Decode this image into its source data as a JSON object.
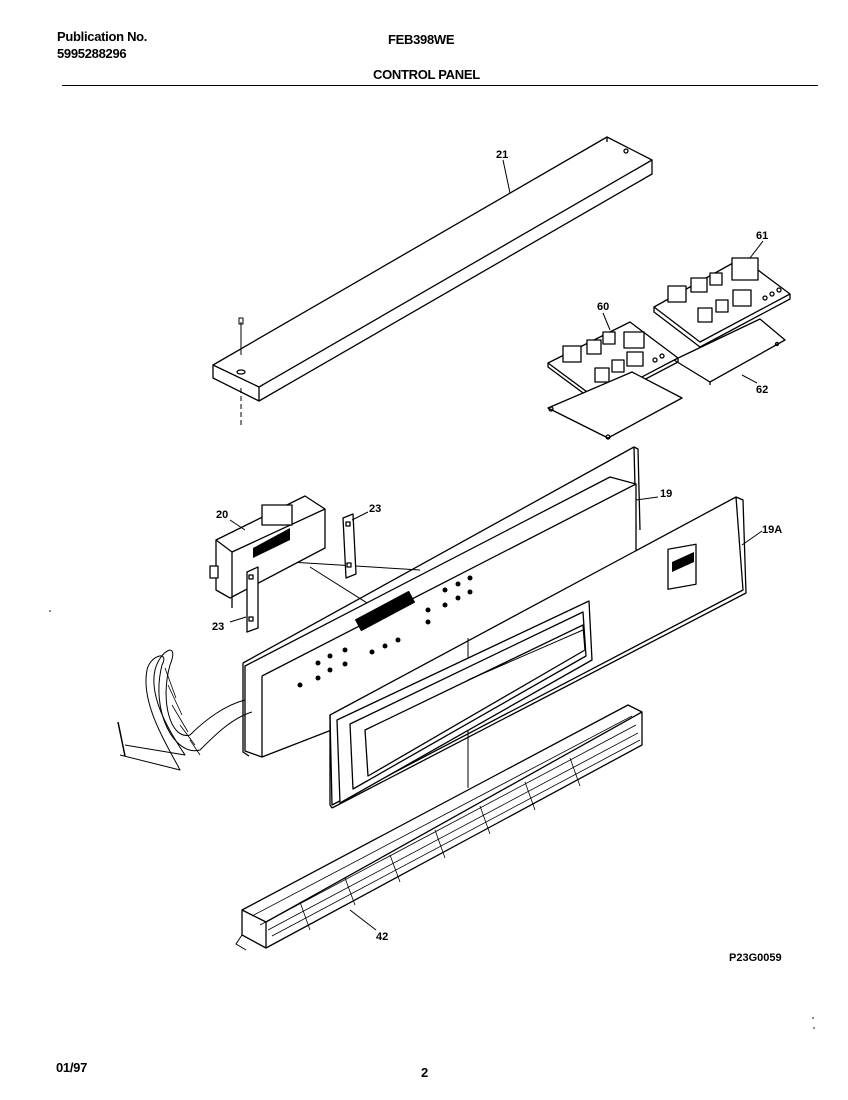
{
  "header": {
    "publication_label": "Publication No.",
    "publication_number": "5995288296",
    "model": "FEB398WE",
    "section": "CONTROL PANEL"
  },
  "callouts": {
    "p21": "21",
    "p61": "61",
    "p60": "60",
    "p62": "62",
    "p20": "20",
    "p23a": "23",
    "p23b": "23",
    "p19": "19",
    "p19a": "19A",
    "p42": "42"
  },
  "figure_code": "P23G0059",
  "footer": {
    "date": "01/97",
    "page": "2"
  }
}
